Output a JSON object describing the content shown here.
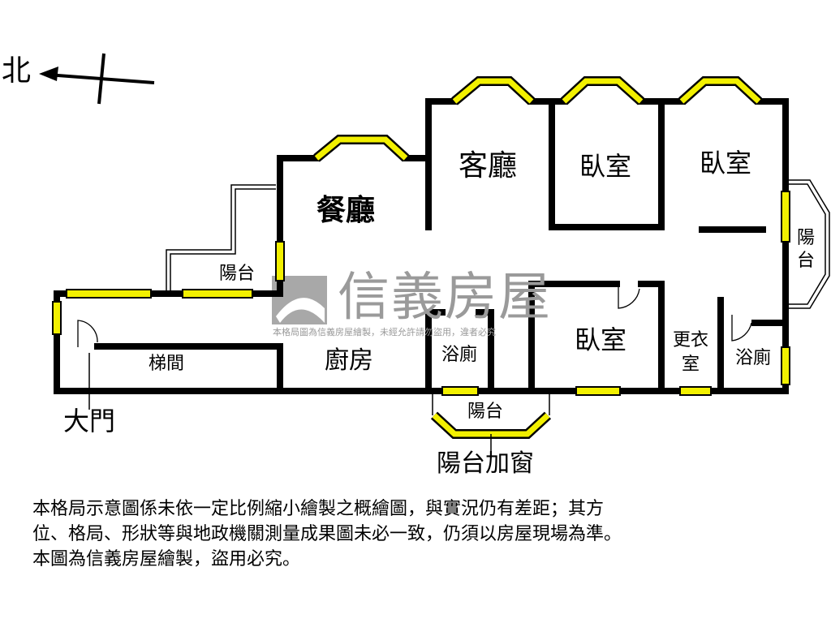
{
  "compass": {
    "label": "北"
  },
  "rooms": {
    "living": "客廳",
    "dining": "餐廳",
    "bedroom1": "臥室",
    "bedroom2": "臥室",
    "bedroom3": "臥室",
    "kitchen": "廚房",
    "bath1": "浴廁",
    "bath2": "浴廁",
    "closet": "更衣室",
    "stairs": "梯間",
    "balcony_left": "陽台",
    "balcony_right": "陽台",
    "balcony_bottom": "陽台",
    "main_door": "大門",
    "balcony_window": "陽台加窗"
  },
  "watermark": {
    "brand": "信義房屋",
    "notice": "本格局圖為信義房屋繪製，未經允許請勿盜用，違者必究"
  },
  "disclaimer": [
    "本格局示意圖係未依一定比例縮小繪製之概繪圖，與實況仍有差距；其方",
    "位、格局、形狀等與地政機關測量成果圖未必一致，仍須以房屋現場為準。",
    "本圖為信義房屋繪製，盜用必究。"
  ],
  "colors": {
    "wall": "#000000",
    "window": "#f2f000",
    "watermark": "#9a9a9a"
  }
}
